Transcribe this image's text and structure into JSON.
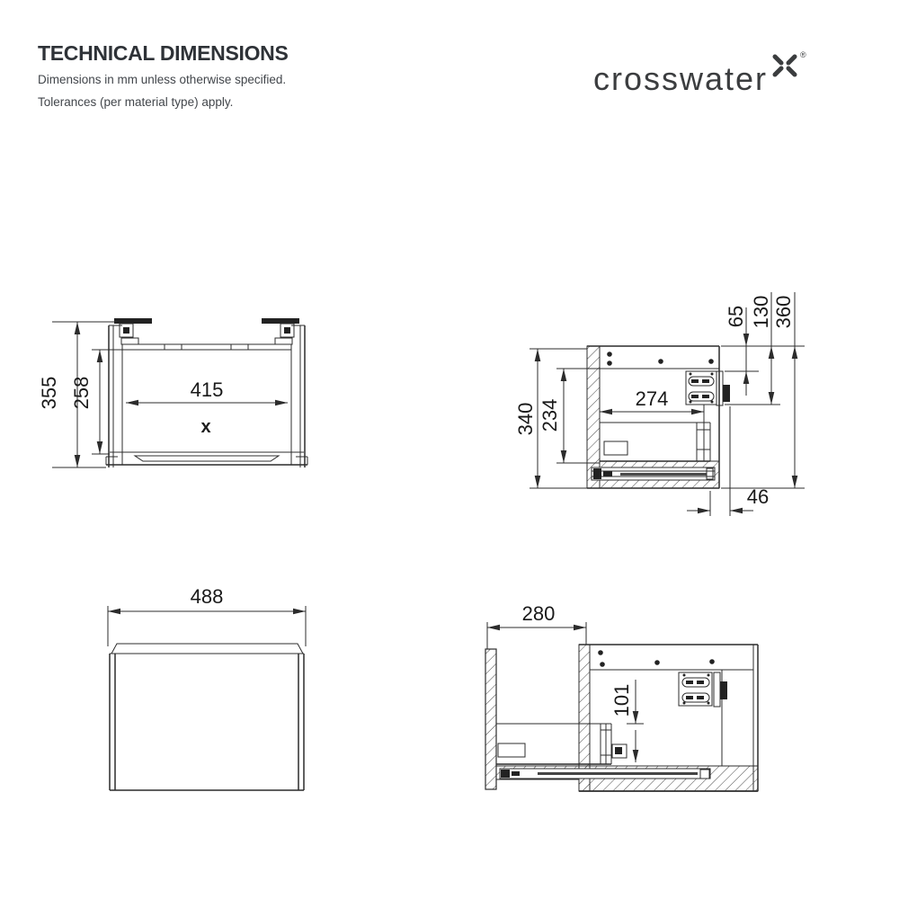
{
  "header": {
    "title": "TECHNICAL DIMENSIONS",
    "note_line1": "Dimensions in mm unless otherwise specified.",
    "note_line2": "Tolerances (per material type) apply.",
    "brand": {
      "logo_text": "crosswater",
      "registered_mark": "®"
    }
  },
  "colors": {
    "line": "#2c2c2c",
    "dim_text": "#191919",
    "title_text": "#2e3237",
    "note_text": "#42464b",
    "brand_text": "#3b3d3f"
  },
  "views": {
    "front": {
      "overall_height": "355",
      "internal_height": "258",
      "internal_width": "415",
      "brand_mark": "x"
    },
    "side": {
      "hanger_offset_top": "65",
      "hanger_offset_bottom": "130",
      "overall_height": "360",
      "carcase_height": "340",
      "internal_height": "234",
      "internal_depth": "274",
      "rear_clearance": "46"
    },
    "front_width": {
      "overall_width": "488"
    },
    "side_open": {
      "drawer_extension": "280",
      "drawer_internal_height": "101"
    }
  }
}
